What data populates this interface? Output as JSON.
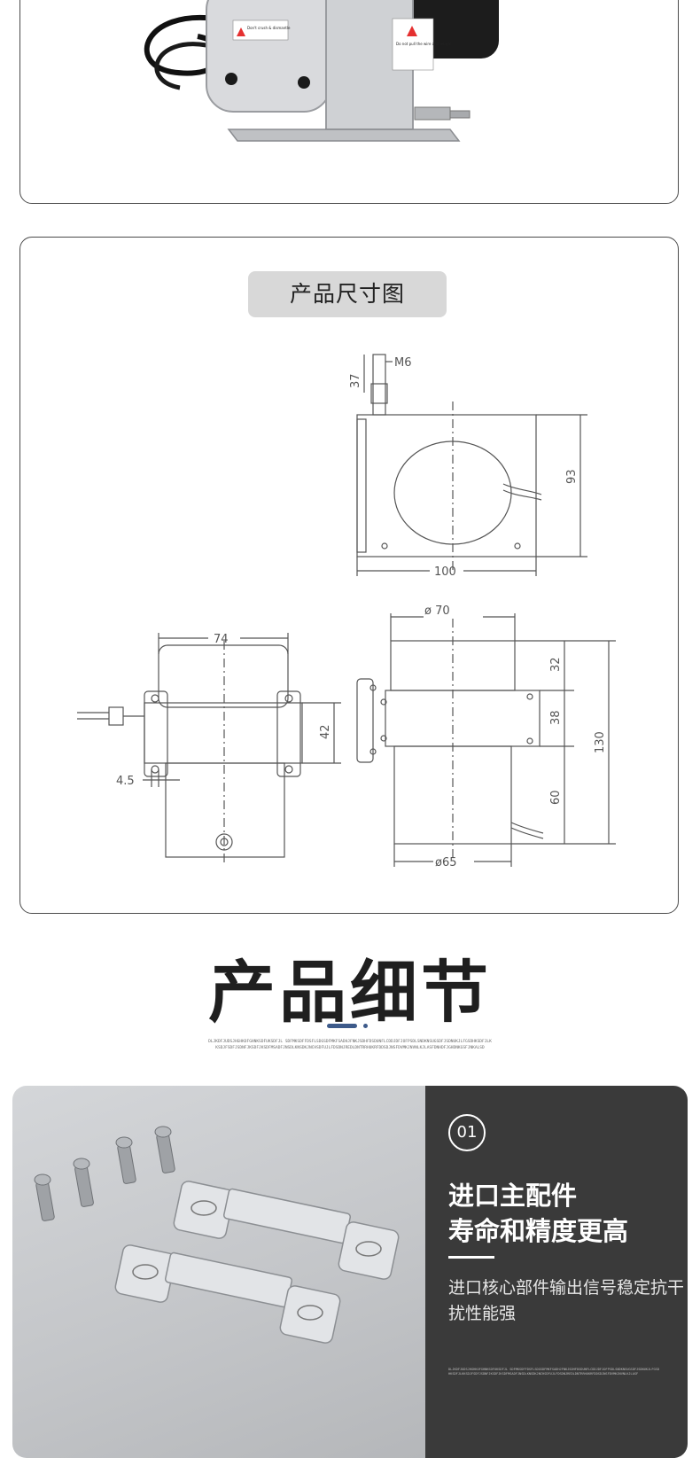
{
  "top_image": {
    "warning_label_1": "Don't crush & dismantle",
    "warning_label_2": "Do not pull the wire and let go!"
  },
  "dimensions_section": {
    "title": "产品尺寸图",
    "labels": {
      "m6": "M6",
      "d37": "37",
      "d93": "93",
      "d100": "100",
      "d74": "74",
      "d42": "42",
      "d45": "4.5",
      "phi70": "ø 70",
      "d32": "32",
      "d38": "38",
      "d60": "60",
      "d130": "130",
      "phi65": "ø65"
    }
  },
  "details_section": {
    "heading": "产品细节",
    "subtext": "DLJKDFJUDSJHGHKOFGHNKSDFUKSDFJL SDFMKSDFFDSFLSDGSDFMKFSADHJFNKJSDHFDSDUNFLCDDJDFJOFPSDLSNDKNSUGSDFJSDNUKJLFGSDHKSDFJLKKSDJFSDFJSDNFJKSDFJKSDFMSADFJNSDLKNSDKJNCHSDFUJLFDSDNJREDLDNTRRHUKRFDDSDJNSFDVMKJNVNLKJLASFDNHDFJGHDNKGSFJNKALSD"
  },
  "detail_panel": {
    "number": "01",
    "title_line1": "进口主配件",
    "title_line2": "寿命和精度更高",
    "description": "进口核心部件输出信号稳定抗干扰性能强",
    "small_text": "DLJKDFJUDSJHGHKOFGHNKSDFUKSDFJL SDFMKSDFFDSFLSDGSDFMKFSADHJFNKJSDHFDSDUNFLCDDJDFJOFPSDLSNDKNSUGSDFJSDNUKJLFGSDHKSDFJLKKSDJFSDFJSDNFJKSDFJKSDFMSADFJNSDLKNSDKJNCHSDFUJLFDSDNJREDLDNTRRHUKRFDDSDJNSFDVMKJNVNLKJLASF"
  },
  "colors": {
    "panel_dark": "#3a3a3a",
    "accent": "#3d5a8a",
    "pill": "#d8d8d8"
  }
}
